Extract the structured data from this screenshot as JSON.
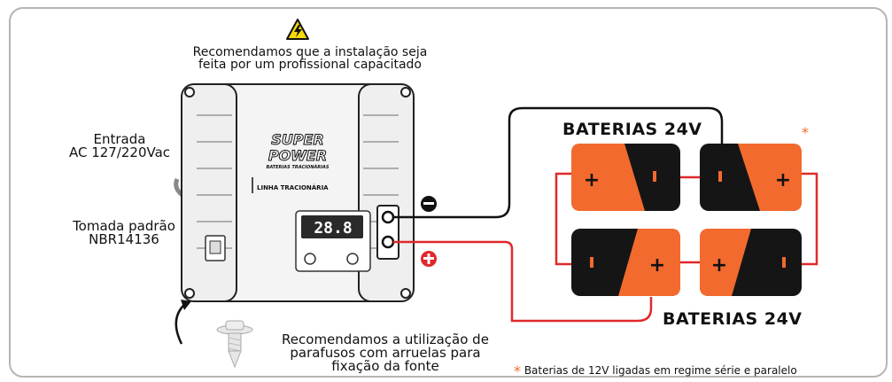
{
  "warning": {
    "icon": "high-voltage-warning-icon",
    "line1": "Recomendamos que a instalação seja",
    "line2": "feita por um profissional capacitado"
  },
  "input": {
    "line1": "Entrada",
    "line2": "AC 127/220Vac"
  },
  "socket": {
    "line1": "Tomada padrão",
    "line2": "NBR14136"
  },
  "device": {
    "brand_line1": "SUPER",
    "brand_line2": "POWER",
    "brand_sub": "BATERIAS TRACIONÁRIAS",
    "product_line": "LINHA TRACIONÁRIA",
    "display_value": "28.8"
  },
  "terminals": {
    "negative_symbol": "−",
    "positive_symbol": "+"
  },
  "batteries": {
    "top_label": "BATERIAS 24V",
    "bottom_label": "BATERIAS 24V",
    "plus": "+",
    "minus": "ı",
    "top_asterisk": "*"
  },
  "screws": {
    "line1": "Recomendamos a utilização de",
    "line2": "parafusos com arruelas para",
    "line3": "fixação da fonte"
  },
  "footnote": {
    "asterisk": "*",
    "text": "Baterias de 12V ligadas em regime série e paralelo"
  },
  "colors": {
    "accent_orange": "#f26a2e",
    "wire_red": "#e0292b",
    "wire_black": "#111111",
    "battery_body": "#151515"
  }
}
